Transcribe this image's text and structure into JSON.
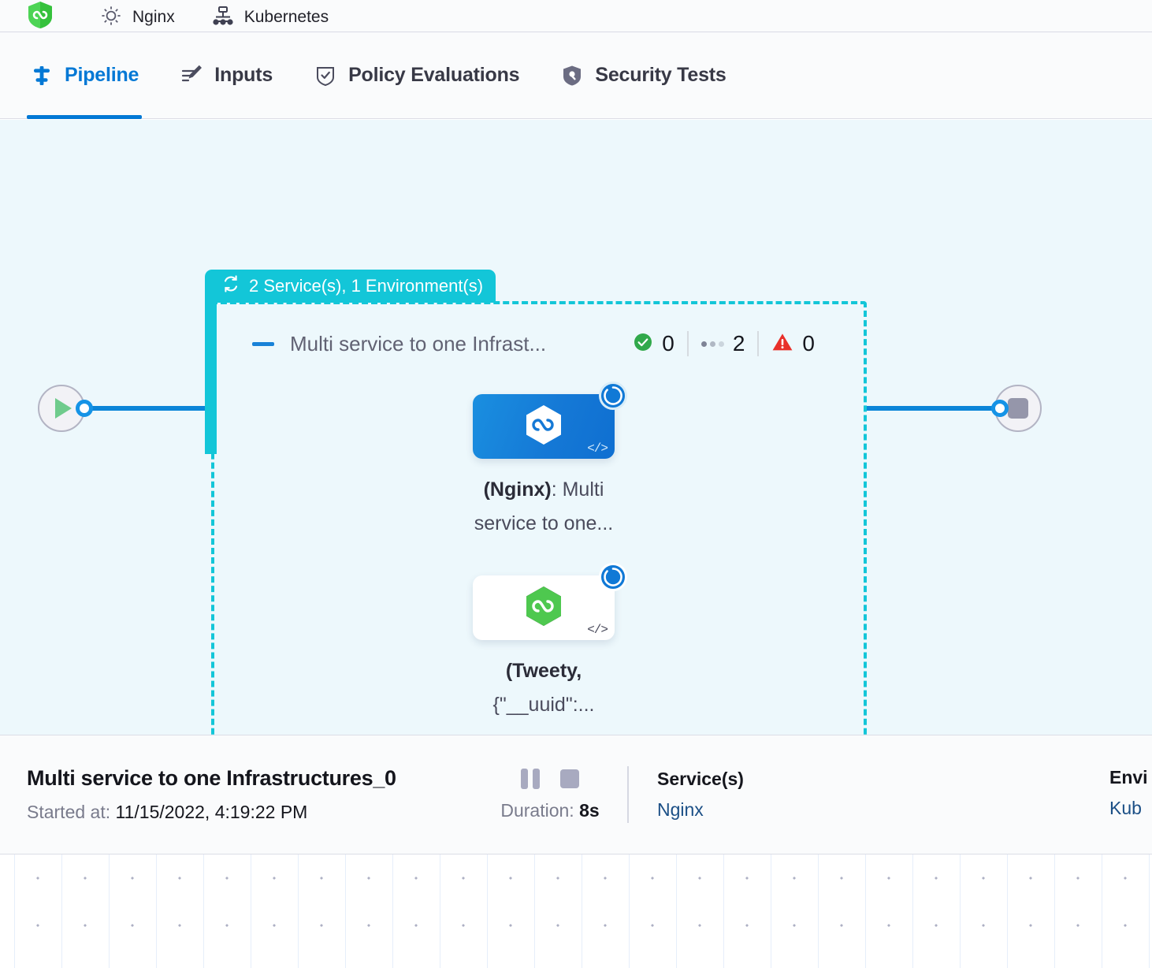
{
  "breadcrumb": {
    "items": [
      {
        "icon": "harness-shield-logo",
        "label": ""
      },
      {
        "icon": "gear-icon",
        "label": "Nginx"
      },
      {
        "icon": "kubernetes-icon",
        "label": "Kubernetes"
      }
    ]
  },
  "tabs": [
    {
      "id": "pipeline",
      "label": "Pipeline",
      "icon": "pipeline-icon",
      "active": true
    },
    {
      "id": "inputs",
      "label": "Inputs",
      "icon": "inputs-icon",
      "active": false
    },
    {
      "id": "policy-evaluations",
      "label": "Policy Evaluations",
      "icon": "policy-icon",
      "active": false
    },
    {
      "id": "security-tests",
      "label": "Security Tests",
      "icon": "security-icon",
      "active": false
    }
  ],
  "stage": {
    "banner_label": "2 Service(s), 1 Environment(s)",
    "banner_icon": "rotate-loop-icon",
    "title": "Multi service to one Infrast...",
    "collapse_icon": "collapse-dash-icon",
    "stats": [
      {
        "icon": "success-check-icon",
        "value": "0",
        "status_color": "#31a94b"
      },
      {
        "icon": "pending-dots-icon",
        "value": "2",
        "status_color": "#7e8496"
      },
      {
        "icon": "error-warning-icon",
        "value": "0",
        "status_color": "#e8302a"
      }
    ]
  },
  "nodes": [
    {
      "id": "node-nginx",
      "label_bold": "(Nginx)",
      "label_rest": ": Multi service to one...",
      "card_style": "blue",
      "logo_icon": "harness-hex-logo-white",
      "corner_icon": "code-brackets-icon",
      "badge_icon": "in-progress-spinner-icon"
    },
    {
      "id": "node-tweety",
      "label_bold": "(Tweety,",
      "label_rest": " {\"__uuid\":...",
      "card_style": "white",
      "logo_icon": "harness-hex-logo-green",
      "corner_icon": "code-brackets-icon",
      "badge_icon": "in-progress-spinner-icon"
    }
  ],
  "flow": {
    "start_icon": "play-icon",
    "stop_icon": "stop-square-icon"
  },
  "detail": {
    "title": "Multi service to one Infrastructures_0",
    "started_label": "Started at:",
    "started_value": "11/15/2022, 4:19:22 PM",
    "duration_label": "Duration:",
    "duration_value": "8s",
    "pause_icon": "pause-icon",
    "stop_icon": "stop-icon",
    "services_head": "Service(s)",
    "services_value": "Nginx",
    "environments_head": "Envi",
    "environments_value": "Kub"
  },
  "colors": {
    "accent_blue": "#0278d5",
    "stage_teal": "#13c6d8",
    "canvas_bg": "#edf8fc",
    "success_green": "#31a94b",
    "error_red": "#e8302a",
    "link_blue": "#1b4f86"
  }
}
